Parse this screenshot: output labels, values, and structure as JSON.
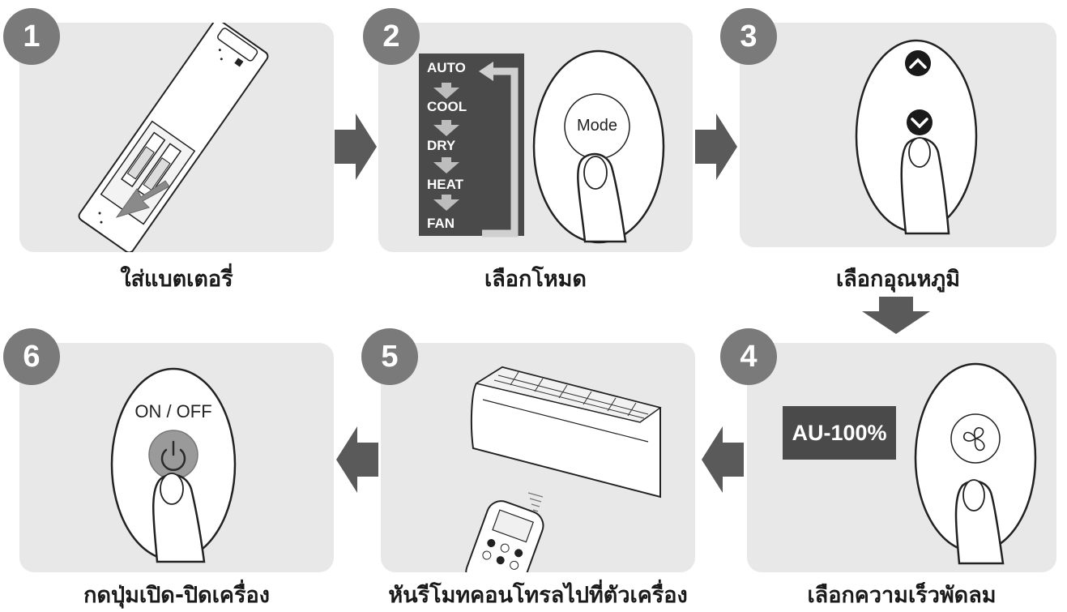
{
  "steps": [
    {
      "number": "1",
      "caption": "ใส่แบตเตอรี่"
    },
    {
      "number": "2",
      "caption": "เลือกโหมด"
    },
    {
      "number": "3",
      "caption": "เลือกอุณหภูมิ"
    },
    {
      "number": "4",
      "caption": "เลือกความเร็วพัดลม"
    },
    {
      "number": "5",
      "caption": "หันรีโมทคอนโทรลไปที่ตัวเครื่อง"
    },
    {
      "number": "6",
      "caption": "กดปุ่มเปิด-ปิดเครื่อง"
    }
  ],
  "mode_list": [
    "AUTO",
    "COOL",
    "DRY",
    "HEAT",
    "FAN"
  ],
  "mode_button_label": "Mode",
  "fan_display": "AU-100%",
  "power_button_label": "ON / OFF",
  "colors": {
    "panel": "#e8e8e8",
    "badge": "#7a7a7a",
    "arrow": "#5a5a5a",
    "dark_display": "#4a4a4a"
  }
}
